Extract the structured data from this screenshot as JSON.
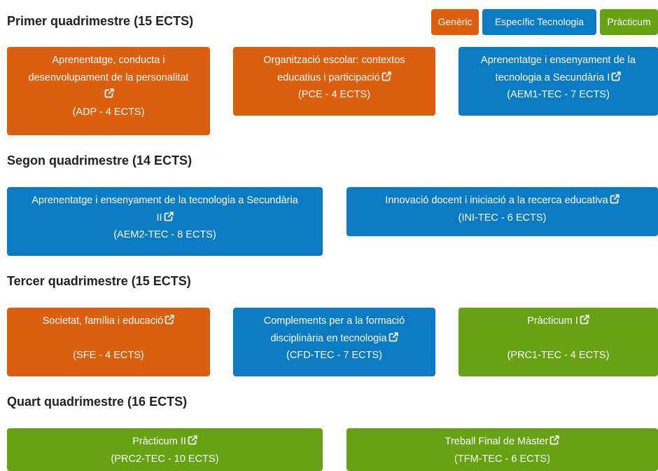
{
  "legend": {
    "generic": "Genèric",
    "especific": "Específic Tecnologia",
    "practicum": "Pràcticum"
  },
  "colors": {
    "generic": "#db5f0e",
    "especific": "#0b7cc4",
    "practicum": "#66a214"
  },
  "semesters": [
    {
      "title": "Primer quadrimestre (15 ECTS)",
      "courses": [
        {
          "line1": "Aprenentatge, conducta i",
          "line2": "desenvolupament de la personalitat",
          "code": "(ADP - 4 ECTS)"
        },
        {
          "line1": "Organització escolar: contextos",
          "line2": "educatius i participació",
          "code": "(PCE - 4 ECTS)"
        },
        {
          "line1": "Aprenentatge i ensenyament de la",
          "line2": "tecnologia a Secundària I",
          "code": "(AEM1-TEC - 7 ECTS)"
        }
      ]
    },
    {
      "title": "Segon quadrimestre (14 ECTS)",
      "courses": [
        {
          "line1": "Aprenentatge i ensenyament de la tecnologia a Secundària",
          "line2": "II",
          "code": "(AEM2-TEC - 8 ECTS)"
        },
        {
          "line1": "Innovació docent i iniciació a la recerca educativa",
          "code": "(INI-TEC - 6 ECTS)"
        }
      ]
    },
    {
      "title": "Tercer quadrimestre (15 ECTS)",
      "courses": [
        {
          "line1": "Societat, família i educació",
          "code": "(SFE - 4 ECTS)"
        },
        {
          "line1": "Complements per a la formació",
          "line2": "disciplinària en tecnologia",
          "code": "(CFD-TEC - 7 ECTS)"
        },
        {
          "line1": "Pràcticum I",
          "code": "(PRC1-TEC - 4 ECTS)"
        }
      ]
    },
    {
      "title": "Quart quadrimestre (16 ECTS)",
      "courses": [
        {
          "line1": "Pràcticum II",
          "code": "(PRC2-TEC - 10 ECTS)"
        },
        {
          "line1": "Treball Final de Màster",
          "code": "(TFM-TEC - 6 ECTS)"
        }
      ]
    }
  ]
}
